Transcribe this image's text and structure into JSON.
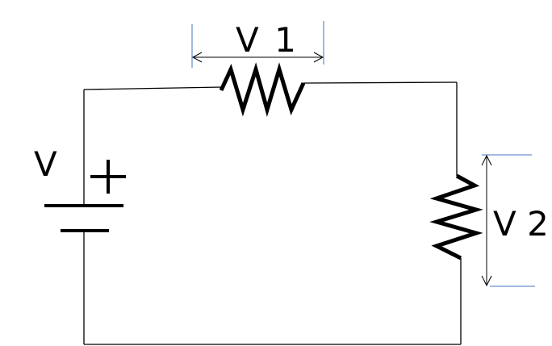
{
  "labels": {
    "source": "V",
    "resistor_1": "V 1",
    "resistor_2": "V 2"
  },
  "colors": {
    "wire": "#000000",
    "extension_line": "#4472c4",
    "background": "#ffffff"
  }
}
